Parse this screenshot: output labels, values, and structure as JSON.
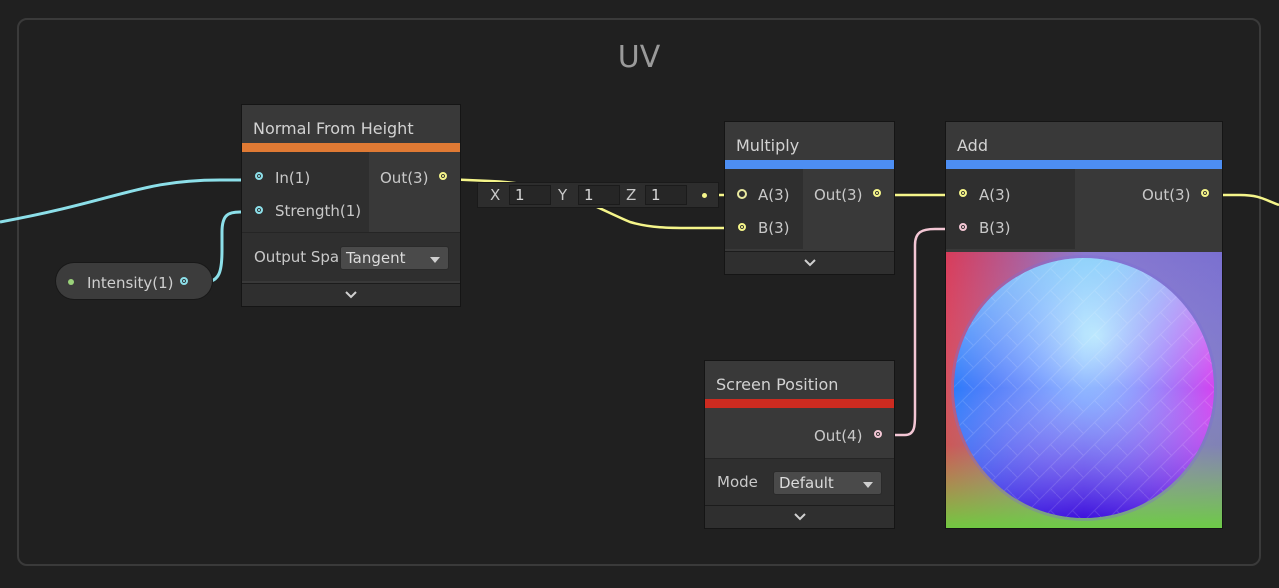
{
  "group": {
    "title": "UV"
  },
  "colors": {
    "background": "#202020",
    "node_body": "#393939",
    "wire_vector3": "#f5f58a",
    "wire_vector1": "#8cdfe9",
    "wire_vector4": "#f3c6d4",
    "bar_normal_from_height": "#e07a34",
    "bar_multiply": "#4d8ef2",
    "bar_add": "#4d8ef2",
    "bar_screen_position": "#cc2b20"
  },
  "property_node": {
    "label": "Intensity(1)"
  },
  "normal_from_height": {
    "title": "Normal From Height",
    "inputs": [
      "In(1)",
      "Strength(1)"
    ],
    "output": "Out(3)",
    "output_space_label": "Output Space",
    "output_space_value": "Tangent"
  },
  "vector_field": {
    "x_label": "X",
    "x": "1",
    "y_label": "Y",
    "y": "1",
    "z_label": "Z",
    "z": "1"
  },
  "multiply": {
    "title": "Multiply",
    "inputs": [
      "A(3)",
      "B(3)"
    ],
    "output": "Out(3)"
  },
  "add": {
    "title": "Add",
    "inputs": [
      "A(3)",
      "B(3)"
    ],
    "output": "Out(3)"
  },
  "screen_position": {
    "title": "Screen Position",
    "output": "Out(4)",
    "mode_label": "Mode",
    "mode_value": "Default"
  }
}
